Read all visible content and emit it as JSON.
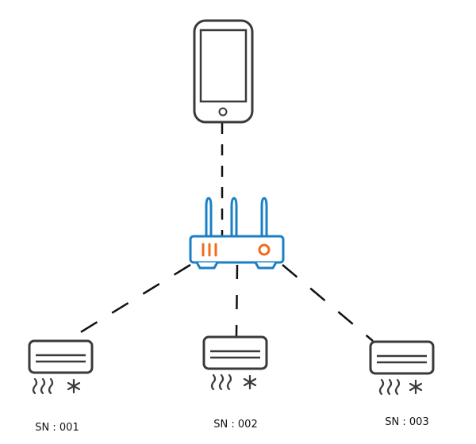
{
  "diagram": {
    "nodes": {
      "phone": {
        "icon": "smartphone-icon"
      },
      "router": {
        "icon": "wifi-router-icon"
      },
      "ac_units": [
        {
          "icon": "air-conditioner-icon",
          "label": "SN : 001"
        },
        {
          "icon": "air-conditioner-icon",
          "label": "SN : 002"
        },
        {
          "icon": "air-conditioner-icon",
          "label": "SN : 003"
        }
      ]
    },
    "connections": [
      {
        "from": "phone",
        "to": "router",
        "style": "dashed"
      },
      {
        "from": "router",
        "to": "ac_unit_1",
        "style": "dashed"
      },
      {
        "from": "router",
        "to": "ac_unit_2",
        "style": "dashed"
      },
      {
        "from": "router",
        "to": "ac_unit_3",
        "style": "dashed"
      }
    ],
    "colors": {
      "router_body": "#1a7fc4",
      "router_indicator": "#f26b1d",
      "device_outline": "#3a3a3a",
      "connector": "#111111"
    }
  }
}
